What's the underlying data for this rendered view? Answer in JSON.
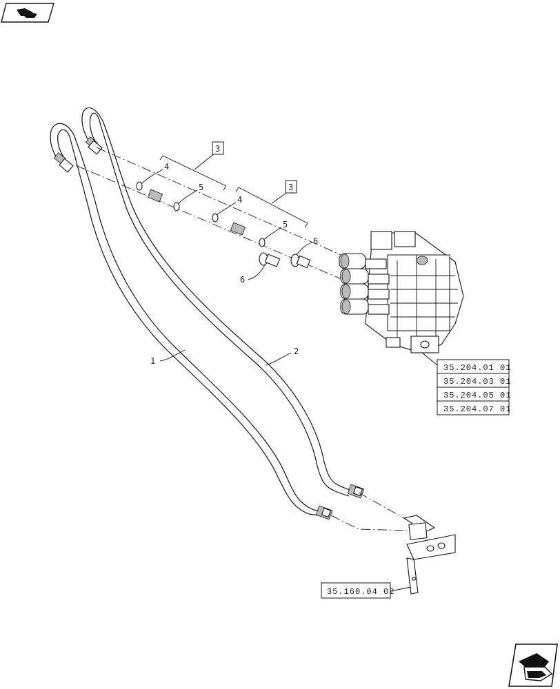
{
  "nav": {
    "top_left_icon": "book-with-arrow-icon",
    "bottom_right_icon": "next-page-arrow-icon"
  },
  "callouts": {
    "hose_1": "1",
    "hose_2": "2",
    "group_a_bracket": "3",
    "group_b_bracket": "3",
    "oring_a": "4",
    "oring_b": "4",
    "seal_a": "5",
    "seal_b": "5",
    "adapter_a": "6",
    "adapter_b": "6"
  },
  "references": {
    "valve_refs": [
      "35.204.01 01",
      "35.204.03 01",
      "35.204.05 01",
      "35.204.07 01"
    ],
    "bracket_ref": "35.160.04 02"
  }
}
